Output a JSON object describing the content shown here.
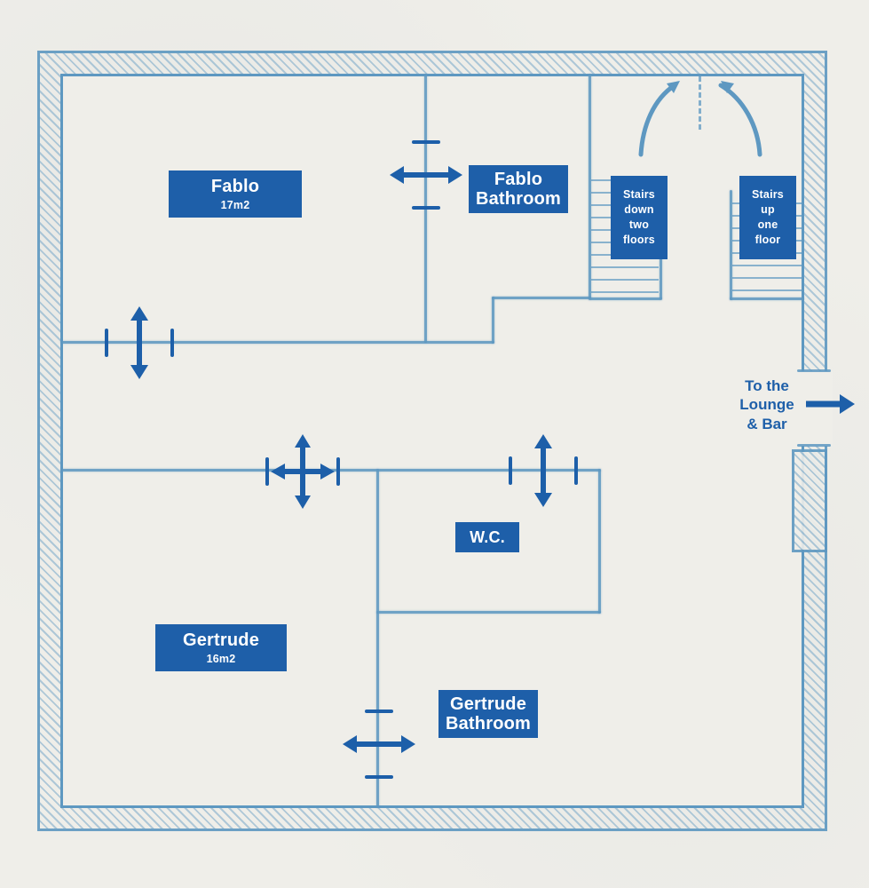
{
  "colors": {
    "paper": "#efeee9",
    "wall_line": "#5e98c1",
    "door_color": "#1d5fa9",
    "label_bg": "#1e5fa9",
    "label_text": "#ffffff"
  },
  "rooms": {
    "fablo": {
      "title": "Fablo",
      "area": "17m2"
    },
    "fablo_bathroom": {
      "title": "Fablo\nBathroom"
    },
    "wc": {
      "title": "W.C."
    },
    "gertrude": {
      "title": "Gertrude",
      "area": "16m2"
    },
    "gertrude_bathroom": {
      "title": "Gertrude\nBathroom"
    }
  },
  "annotations": {
    "stairs_down": "Stairs\ndown\ntwo\nfloors",
    "stairs_up": "Stairs\nup\none\nfloor",
    "lounge": "To the\nLounge\n& Bar"
  }
}
